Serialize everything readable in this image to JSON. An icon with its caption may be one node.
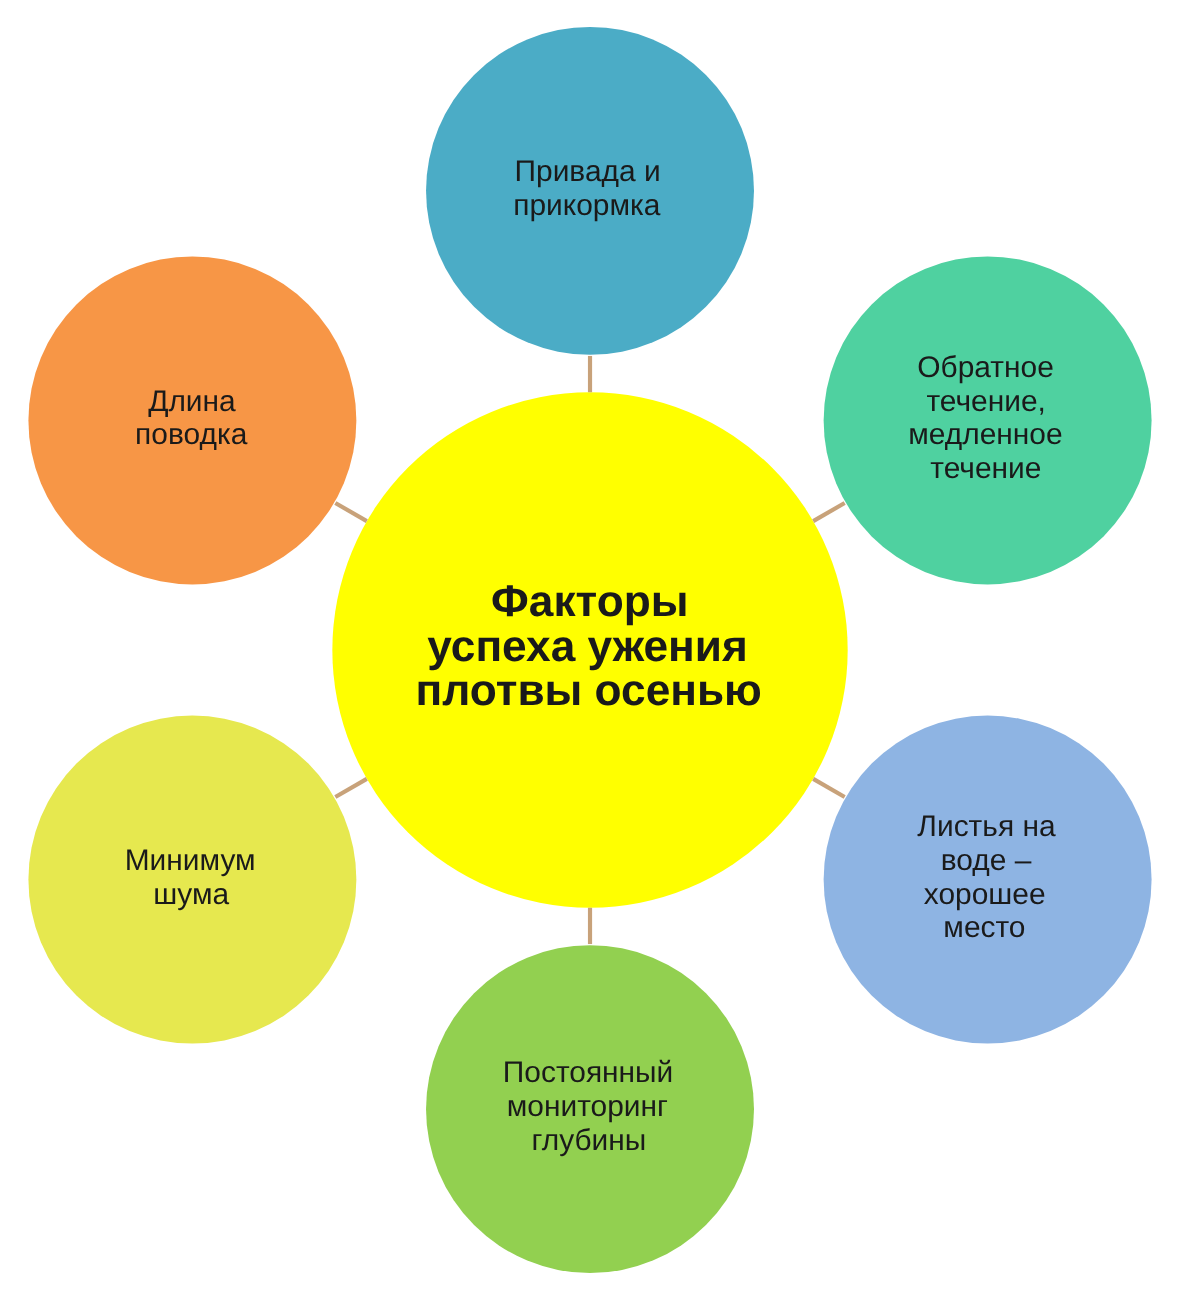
{
  "diagram": {
    "nodes": [
      {
        "text": [
          "Факторы успеха ужения плотвы осенью"
        ]
      },
      {
        "text": [
          "Привада и прикормка"
        ]
      },
      {
        "text": [
          "Обратное течение, медленное течение"
        ]
      },
      {
        "text": [
          "Листья на воде – хорошее место"
        ]
      },
      {
        "text": [
          "Постоянный мониторинг глубины"
        ]
      },
      {
        "text": [
          "Минимум шума"
        ]
      },
      {
        "text": [
          "Длина поводка"
        ]
      }
    ],
    "edges": [
      {
        "from": 0,
        "to": 1,
        "arrow": "none"
      },
      {
        "from": 0,
        "to": 2,
        "arrow": "none"
      },
      {
        "from": 0,
        "to": 3,
        "arrow": "none"
      },
      {
        "from": 0,
        "to": 4,
        "arrow": "none"
      },
      {
        "from": 0,
        "to": 5,
        "arrow": "none"
      },
      {
        "from": 0,
        "to": 6,
        "arrow": "none"
      }
    ]
  }
}
